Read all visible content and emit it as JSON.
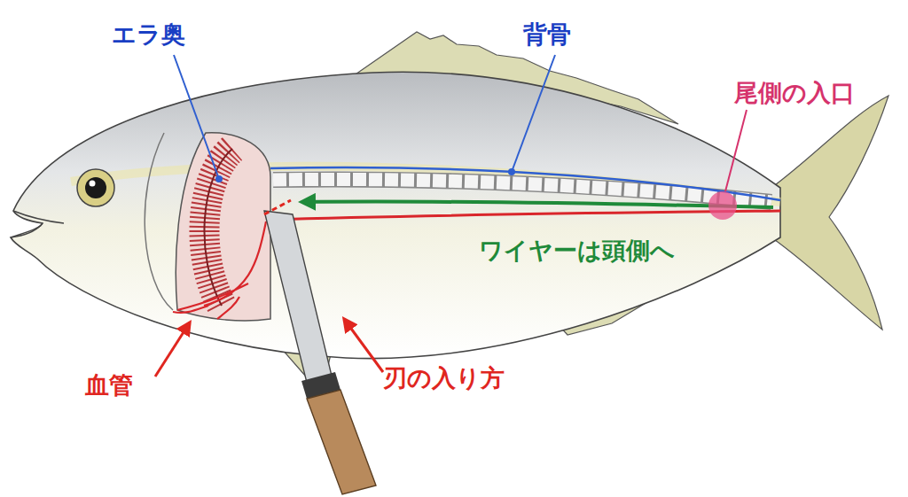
{
  "diagram": {
    "labels": [
      "エラ奥",
      "背骨",
      "尾側の入口",
      "ワイヤーは頭側へ",
      "血管",
      "刃の入り方"
    ]
  }
}
